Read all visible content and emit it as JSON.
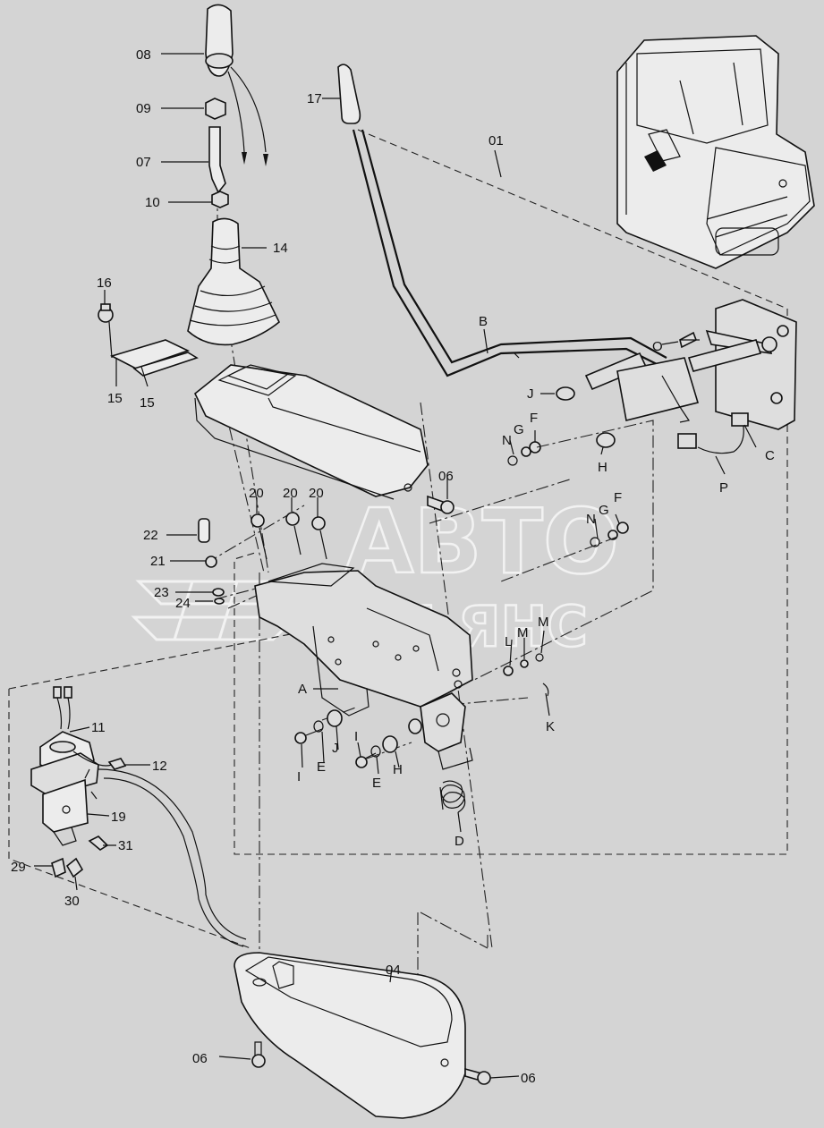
{
  "watermark": {
    "line1": "АВТО",
    "line2": "АЛЬЯНС"
  },
  "labels": {
    "p08": "08",
    "p09": "09",
    "p07": "07",
    "p10": "10",
    "p14": "14",
    "p16": "16",
    "p15a": "15",
    "p15b": "15",
    "p17": "17",
    "p01": "01",
    "pB": "B",
    "pO": "O",
    "pJtop": "J",
    "pN1": "N",
    "pG1": "G",
    "pF1": "F",
    "pH1": "H",
    "pC": "C",
    "pP": "P",
    "p06a": "06",
    "p20a": "20",
    "p20b": "20",
    "p20c": "20",
    "p22": "22",
    "p21": "21",
    "p23": "23",
    "p24": "24",
    "pN2": "N",
    "pG2": "G",
    "pF2": "F",
    "pL": "L",
    "pM1": "M",
    "pM2": "M",
    "pA": "A",
    "pK": "K",
    "p11": "11",
    "p12": "12",
    "p19": "19",
    "p31": "31",
    "p29": "29",
    "p30": "30",
    "pI1": "I",
    "pE1": "E",
    "pJ2": "J",
    "pI2": "I",
    "pE2": "E",
    "pH2": "H",
    "pD": "D",
    "p04": "04",
    "p06b": "06",
    "p06c": "06"
  }
}
